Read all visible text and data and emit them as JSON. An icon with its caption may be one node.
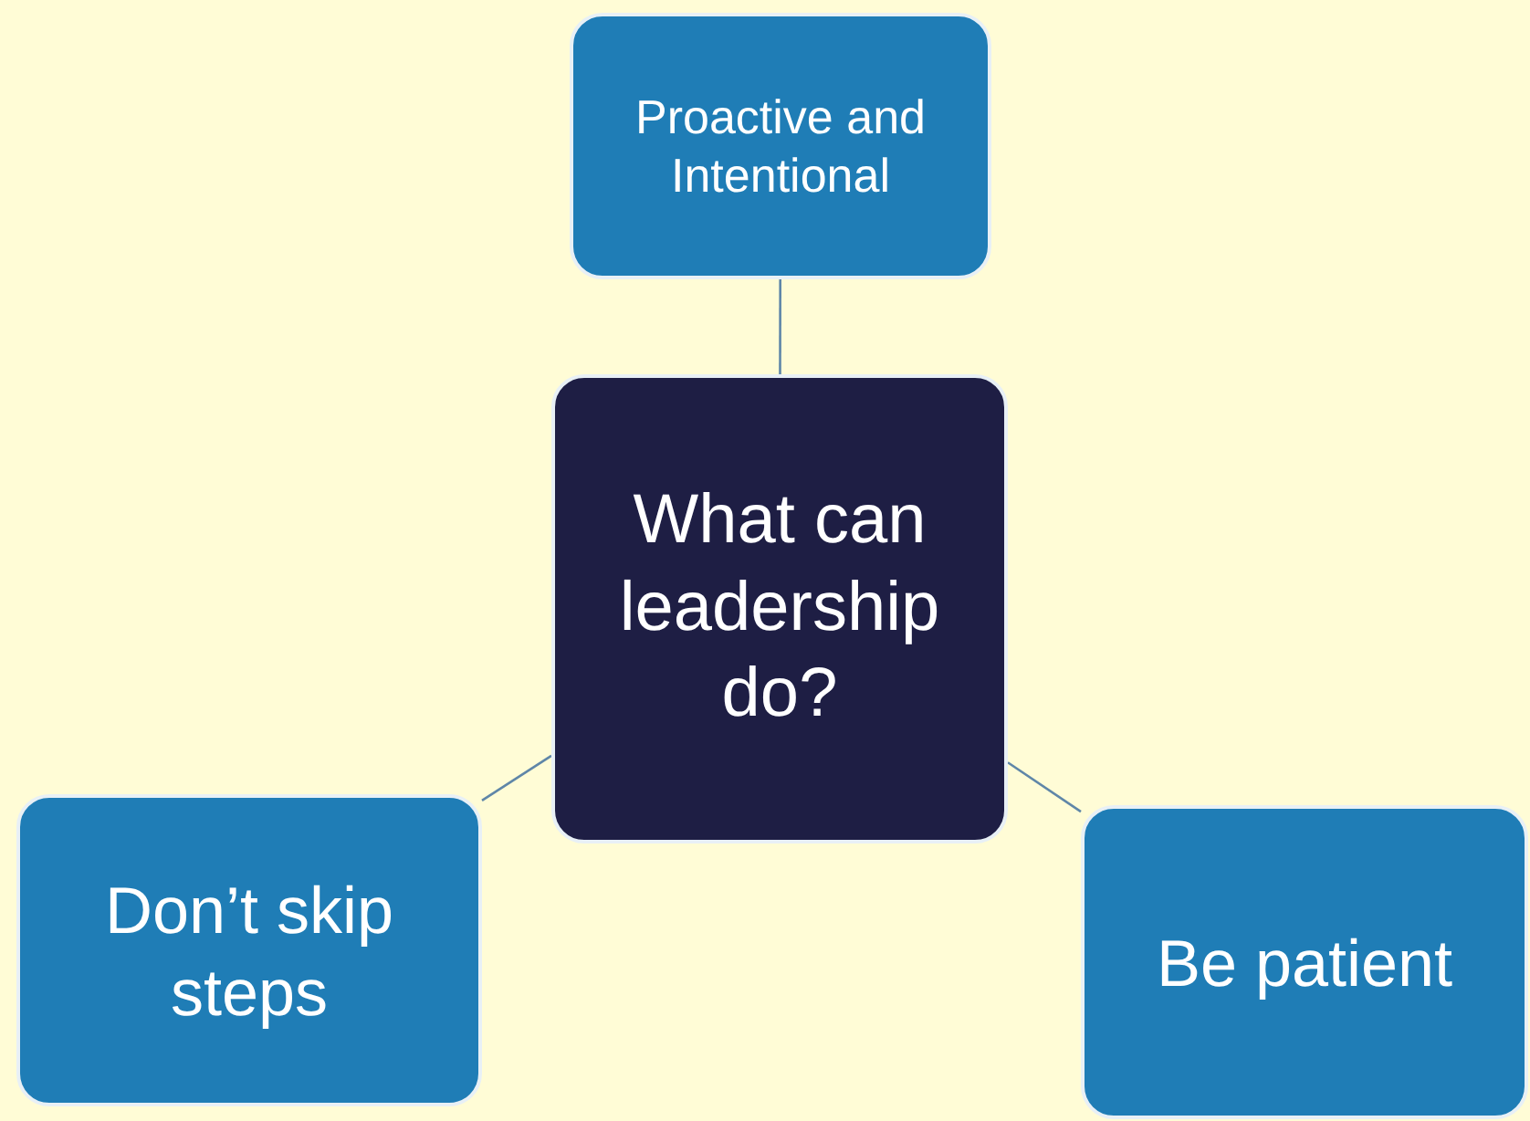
{
  "diagram": {
    "nodes": [
      {
        "text": [
          "Proactive and Intentional"
        ]
      },
      {
        "text": [
          "What can leadership do?"
        ]
      },
      {
        "text": [
          "Don’t skip steps"
        ]
      },
      {
        "text": [
          "Be patient"
        ]
      }
    ],
    "edges": [
      {
        "from": 1,
        "to": 0,
        "arrow": "none"
      },
      {
        "from": 1,
        "to": 2,
        "arrow": "none"
      },
      {
        "from": 1,
        "to": 3,
        "arrow": "none"
      }
    ]
  }
}
